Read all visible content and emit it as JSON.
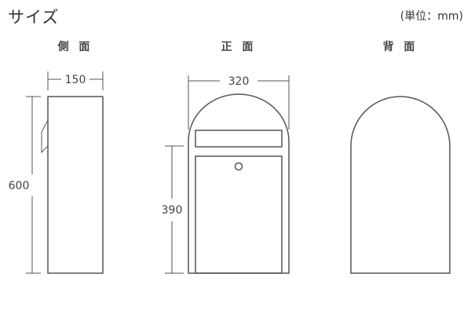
{
  "header": {
    "title": "サイズ",
    "unit": "(単位：mm)"
  },
  "views": {
    "side": {
      "label": "側 面",
      "width_label": "150",
      "height_label": "600"
    },
    "front": {
      "label": "正 面",
      "width_label": "320",
      "height_label": "390"
    },
    "back": {
      "label": "背 面"
    }
  },
  "colors": {
    "line": "#555555",
    "text": "#3a3a3a",
    "background": "#ffffff"
  }
}
